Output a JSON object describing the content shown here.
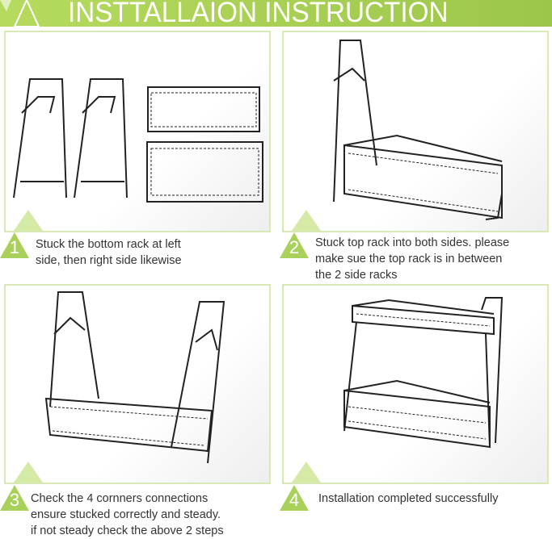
{
  "title": "INSTTALLAION INSTRUCTION",
  "colors": {
    "accent": "#a8d05a",
    "border": "#d9e9b5"
  },
  "steps": [
    {
      "number": "1",
      "lines": [
        "Stuck the bottom rack at left",
        "side, then right side likewise"
      ]
    },
    {
      "number": "2",
      "lines": [
        "Stuck top rack into both sides. please",
        "make sue the top rack is in between",
        "the 2 side racks"
      ]
    },
    {
      "number": "3",
      "lines": [
        "Check the 4 cornners connections",
        "ensure stucked correctly and steady.",
        "if not steady check the above 2 steps"
      ]
    },
    {
      "number": "4",
      "lines": [
        "Installation completed successfully"
      ]
    }
  ]
}
